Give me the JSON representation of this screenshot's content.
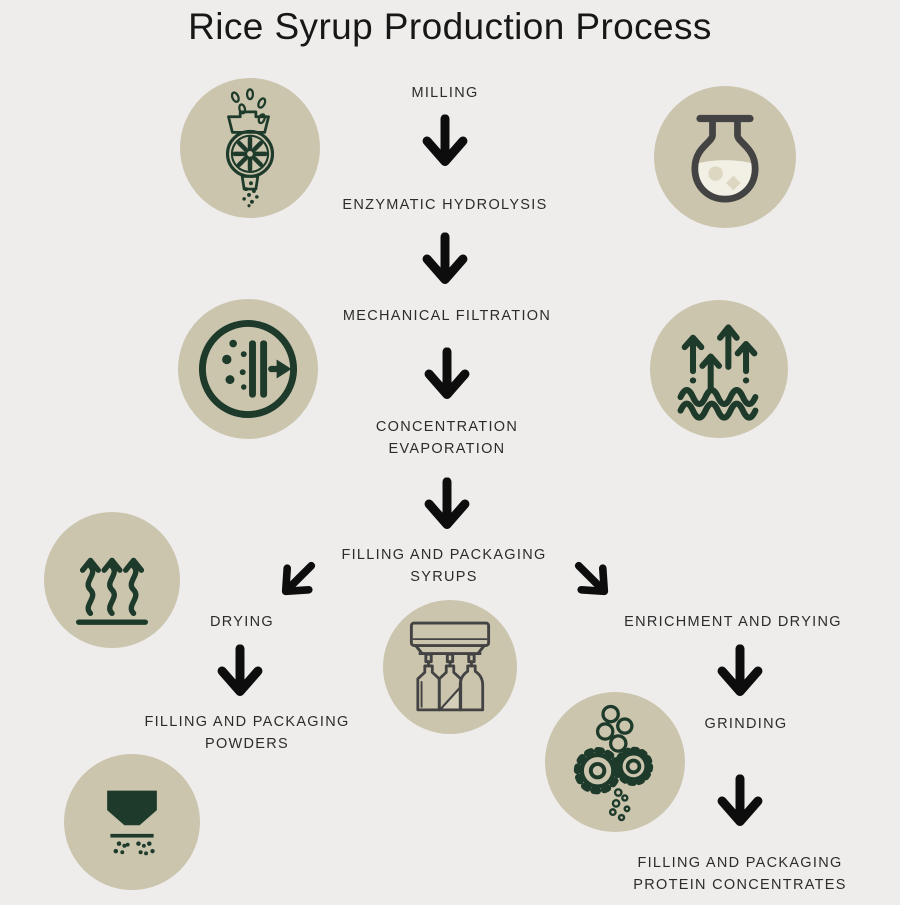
{
  "title": "Rice Syrup Production Process",
  "colors": {
    "background": "#eeedeb",
    "circle": "#cbc5ae",
    "icon_green": "#1d3a2a",
    "icon_gray": "#434343",
    "arrow": "#0d0d0d",
    "text": "#2c2c2c",
    "liquid": "#f2f0e5"
  },
  "steps": {
    "milling": {
      "label": "MILLING"
    },
    "enzymatic_hydrolysis": {
      "label": "ENZYMATIC HYDROLYSIS"
    },
    "mechanical_filtration": {
      "label": "MECHANICAL FILTRATION"
    },
    "concentration_evaporation": {
      "line1": "CONCENTRATION",
      "line2": "EVAPORATION"
    },
    "filling_packaging_syrups": {
      "line1": "FILLING AND PACKAGING",
      "line2": "SYRUPS"
    },
    "drying": {
      "label": "DRYING"
    },
    "filling_packaging_powders": {
      "line1": "FILLING AND PACKAGING",
      "line2": "POWDERS"
    },
    "enrichment_and_drying": {
      "label": "ENRICHMENT AND DRYING"
    },
    "grinding": {
      "label": "GRINDING"
    },
    "filling_packaging_protein_concentrates": {
      "line1": "FILLING AND PACKAGING",
      "line2": "PROTEIN CONCENTRATES"
    }
  },
  "icons": {
    "mill": "grain-mill-icon",
    "flask": "round-flask-icon",
    "filter": "mechanical-filter-icon",
    "evaporation": "evaporation-arrows-icon",
    "drying": "heat-rising-icon",
    "bottling": "bottle-filling-machine-icon",
    "powder": "powder-hopper-icon",
    "grinding": "gears-grinding-icon"
  }
}
